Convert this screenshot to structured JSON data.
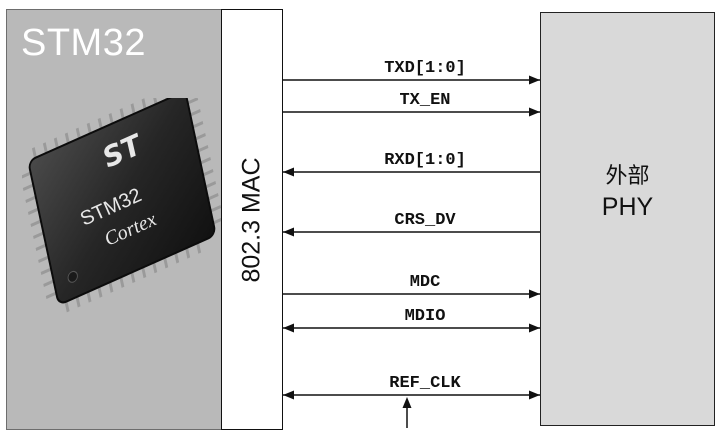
{
  "stm32": {
    "title": "STM32"
  },
  "chip": {
    "logo": "ST",
    "line1": "STM32",
    "line2": "Cortex"
  },
  "mac": {
    "label": "802.3 MAC"
  },
  "phy": {
    "label_cn": "外部",
    "label_en": "PHY"
  },
  "signals": [
    {
      "name": "TXD[1:0]",
      "direction": "to-phy"
    },
    {
      "name": "TX_EN",
      "direction": "to-phy"
    },
    {
      "name": "RXD[1:0]",
      "direction": "to-mac"
    },
    {
      "name": "CRS_DV",
      "direction": "to-mac"
    },
    {
      "name": "MDC",
      "direction": "to-phy"
    },
    {
      "name": "MDIO",
      "direction": "both"
    },
    {
      "name": "REF_CLK",
      "direction": "both",
      "clock_input": true
    }
  ],
  "colors": {
    "stm_bg": "#b9b9b9",
    "phy_bg": "#d9d9d9",
    "line": "#111111",
    "chip_body": "#2a2a2a"
  }
}
